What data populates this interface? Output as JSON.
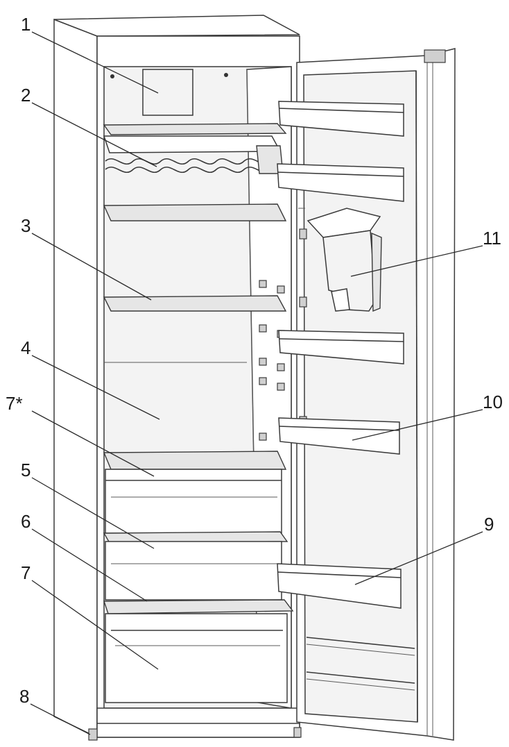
{
  "callouts": [
    {
      "id": "1",
      "label": "1"
    },
    {
      "id": "2",
      "label": "2"
    },
    {
      "id": "3",
      "label": "3"
    },
    {
      "id": "4",
      "label": "4"
    },
    {
      "id": "7s",
      "label": "7*"
    },
    {
      "id": "5",
      "label": "5"
    },
    {
      "id": "6",
      "label": "6"
    },
    {
      "id": "7",
      "label": "7"
    },
    {
      "id": "8",
      "label": "8"
    },
    {
      "id": "11",
      "label": "11"
    },
    {
      "id": "10",
      "label": "10"
    },
    {
      "id": "9",
      "label": "9"
    }
  ]
}
